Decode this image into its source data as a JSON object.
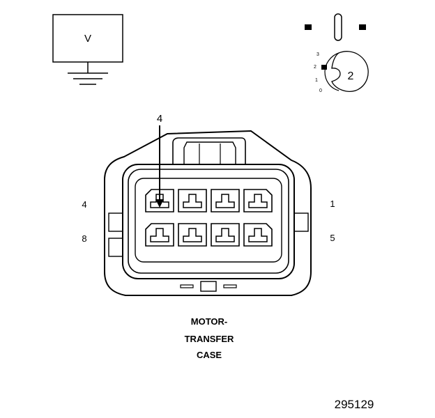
{
  "meter": {
    "mode_letter": "V"
  },
  "selector": {
    "positions": [
      "3",
      "2",
      "1",
      "0"
    ],
    "knob_label": "2"
  },
  "probe": {
    "cavity_number": "4"
  },
  "connector": {
    "pin_labels": {
      "top_left": "4",
      "bottom_left": "8",
      "top_right": "1",
      "bottom_right": "5"
    },
    "caption_lines": [
      "MOTOR-",
      "TRANSFER",
      "CASE"
    ]
  },
  "figure_number": "295129"
}
